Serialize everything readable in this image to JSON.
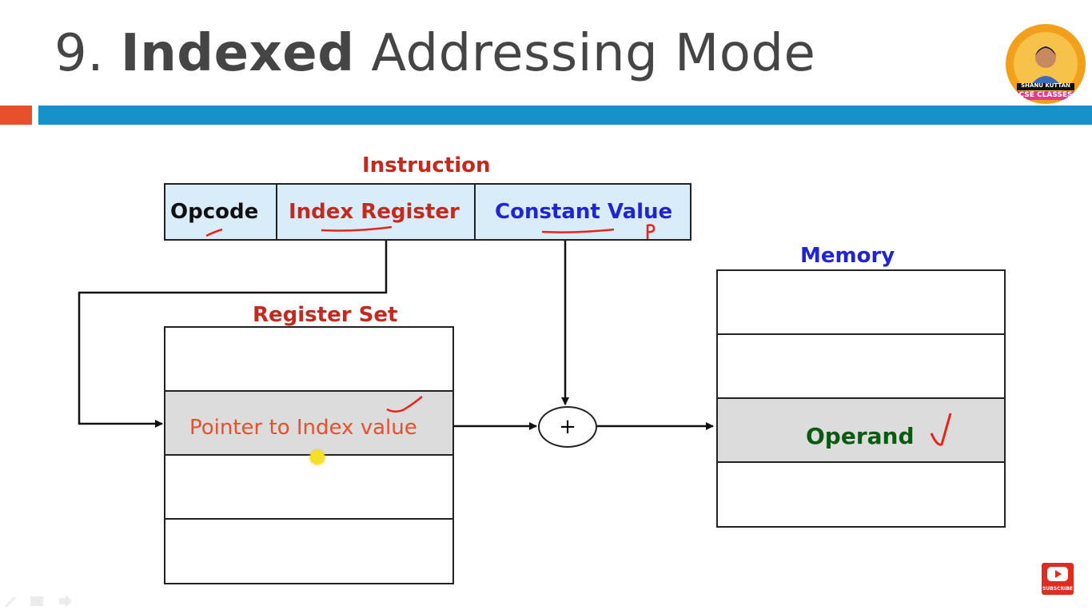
{
  "slide": {
    "title_number": "9.",
    "title_bold": "Indexed",
    "title_rest": "Addressing Mode"
  },
  "logo": {
    "line1": "SHANU KUTTAN",
    "line2": "CSE CLASSES"
  },
  "instruction": {
    "heading": "Instruction",
    "fields": [
      "Opcode",
      "Index Register",
      "Constant Value"
    ]
  },
  "register_set": {
    "heading": "Register Set",
    "highlight_text": "Pointer to Index value"
  },
  "memory": {
    "heading": "Memory",
    "highlight_text": "Operand"
  },
  "adder": {
    "symbol": "+"
  },
  "subscribe": {
    "label": "SUBSCRIBE"
  },
  "colors": {
    "accent_red": "#e8502c",
    "accent_blue": "#1590c9",
    "label_red": "#c5281c",
    "label_blue": "#1f24d6",
    "label_green": "#0b5a14",
    "cell_fill": "#d9ecfa"
  }
}
